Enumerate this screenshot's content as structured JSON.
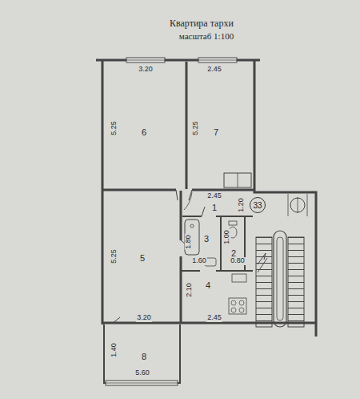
{
  "diagram": {
    "title": "Квартира тархи",
    "nodes": [
      {
        "text": [
          "33"
        ]
      }
    ],
    "labels": [
      "масштаб 1:100",
      "3.20",
      "2.45",
      "5.25",
      "6",
      "5.25",
      "7",
      "2.45",
      "1.20",
      "1",
      "5.25",
      "5",
      "1.80",
      "3",
      "1.00",
      "2",
      "1.60",
      "0.80",
      "2.10",
      "4",
      "3.20",
      "2.45",
      "8",
      "1.40",
      "5.60"
    ]
  }
}
